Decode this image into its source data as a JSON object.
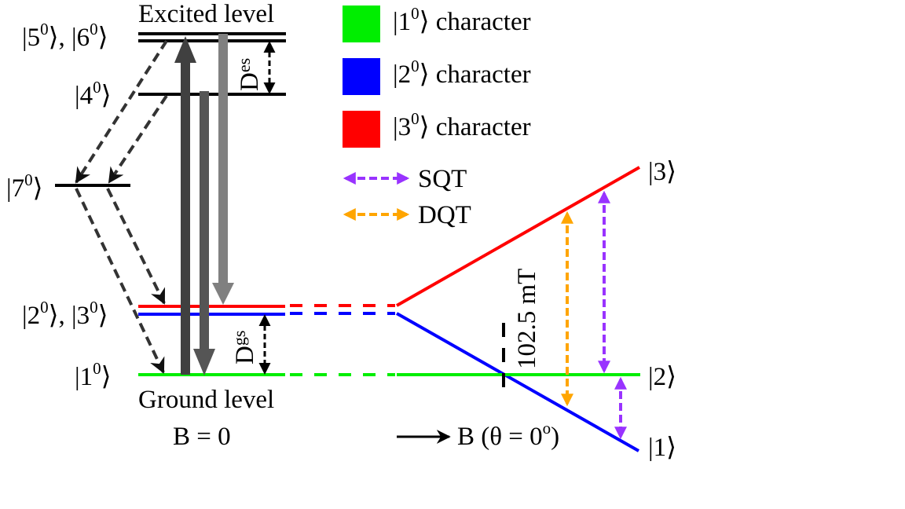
{
  "colors": {
    "level_1_0": "#00ee00",
    "level_2_0": "#0000ff",
    "level_3_0": "#ff0000",
    "sqt": "#9933ff",
    "dqt": "#ffa500",
    "level_black": "#000000",
    "decay_dash": "#333333",
    "pump_up": "#404040",
    "emission_mid": "#555555",
    "emission_light": "#808080"
  },
  "zero_field": {
    "excited_title": "Excited level",
    "ground_title": "Ground level",
    "field_label": "B = 0",
    "levels": {
      "l56": {
        "label": "|5",
        "sup": "0",
        "mid": "⟩, |6",
        "sup2": "0",
        "end": "⟩"
      },
      "l4": {
        "label": "|4",
        "sup": "0",
        "end": "⟩"
      },
      "l7": {
        "label": "|7",
        "sup": "0",
        "end": "⟩"
      },
      "l23": {
        "label": "|2",
        "sup": "0",
        "mid": "⟩, |3",
        "sup2": "0",
        "end": "⟩"
      },
      "l1": {
        "label": "|1",
        "sup": "0",
        "end": "⟩"
      }
    },
    "splittings": {
      "excited": {
        "main": "D",
        "sub": "es"
      },
      "ground": {
        "main": "D",
        "sub": "gs"
      }
    }
  },
  "legend": {
    "items": [
      {
        "label": "|1",
        "sup": "0",
        "end": "⟩ character",
        "color_key": "level_1_0"
      },
      {
        "label": "|2",
        "sup": "0",
        "end": "⟩ character",
        "color_key": "level_2_0"
      },
      {
        "label": "|3",
        "sup": "0",
        "end": "⟩ character",
        "color_key": "level_3_0"
      }
    ],
    "transitions": [
      {
        "label": "SQT",
        "color_key": "sqt"
      },
      {
        "label": "DQT",
        "color_key": "dqt"
      }
    ]
  },
  "zeeman": {
    "states": [
      "|3⟩",
      "|2⟩",
      "|1⟩"
    ],
    "crossing_label": "102.5 mT",
    "field_axis_label": "B (θ = 0",
    "field_axis_deg": "o",
    "field_axis_end": ")"
  }
}
